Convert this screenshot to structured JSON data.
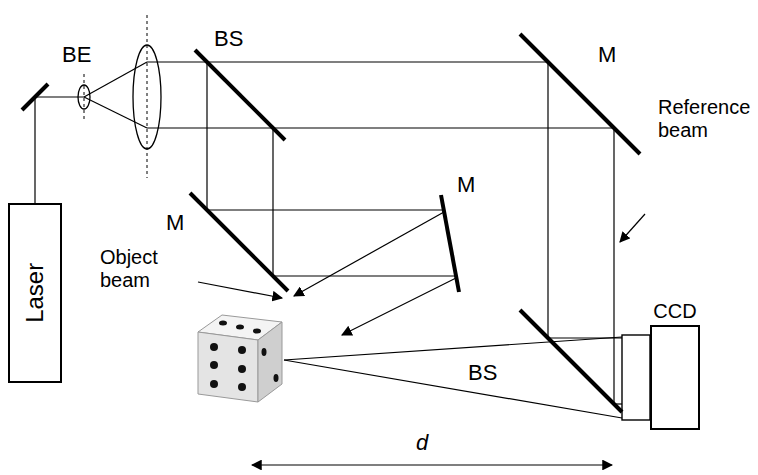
{
  "diagram": {
    "nodes": [
      {
        "text": [
          "Laser"
        ]
      },
      {
        "text": [
          "CCD"
        ]
      }
    ],
    "labels": [
      "BE",
      "BS",
      "M",
      "M",
      "Reference beam",
      "M",
      "Object beam",
      "BS",
      "d"
    ]
  }
}
